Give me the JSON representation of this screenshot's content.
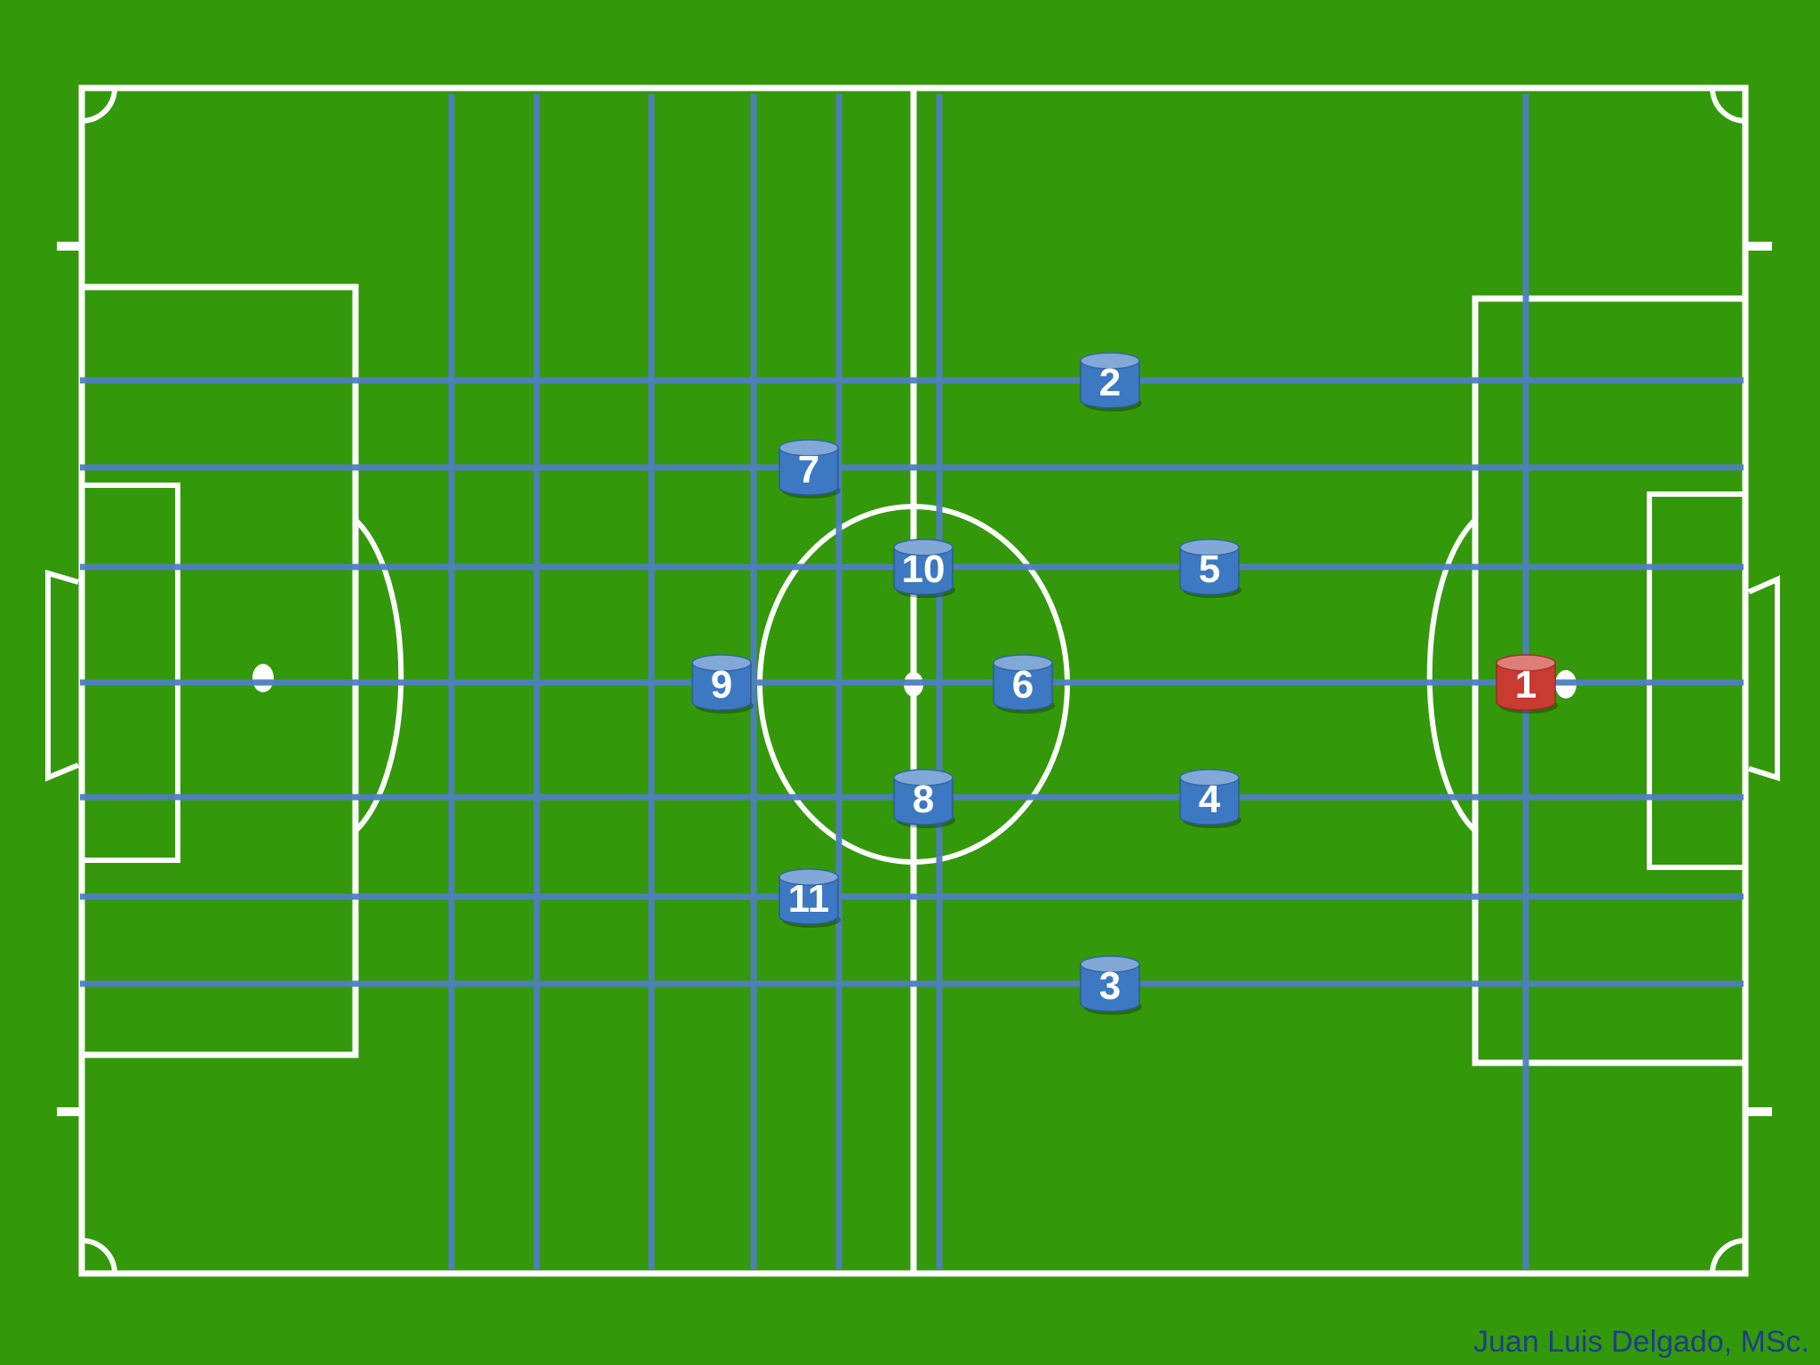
{
  "credit": "Juan Luis Delgado, MSc.",
  "colors": {
    "grass": "#33990a",
    "line": "#ffffff",
    "grid": "#4f7fc0",
    "team_player": "#3d79c2",
    "goalkeeper": "#c93a30",
    "number": "#ffffff"
  },
  "players": [
    {
      "number": "1",
      "role": "goalkeeper"
    },
    {
      "number": "2",
      "role": "outfield"
    },
    {
      "number": "3",
      "role": "outfield"
    },
    {
      "number": "4",
      "role": "outfield"
    },
    {
      "number": "5",
      "role": "outfield"
    },
    {
      "number": "6",
      "role": "outfield"
    },
    {
      "number": "7",
      "role": "outfield"
    },
    {
      "number": "8",
      "role": "outfield"
    },
    {
      "number": "9",
      "role": "outfield"
    },
    {
      "number": "10",
      "role": "outfield"
    },
    {
      "number": "11",
      "role": "outfield"
    }
  ]
}
